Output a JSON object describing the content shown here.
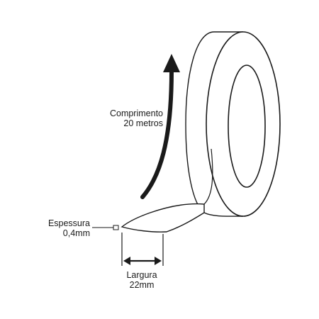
{
  "diagram": {
    "length_label": {
      "line1": "Comprimento",
      "line2": "20 metros"
    },
    "thickness_label": {
      "line1": "Espessura",
      "line2": "0,4mm"
    },
    "width_label": {
      "line1": "Largura",
      "line2": "22mm"
    },
    "colors": {
      "outline": "#1a1a1a",
      "tape_fill": "#ffffff",
      "background": "#ffffff"
    }
  }
}
